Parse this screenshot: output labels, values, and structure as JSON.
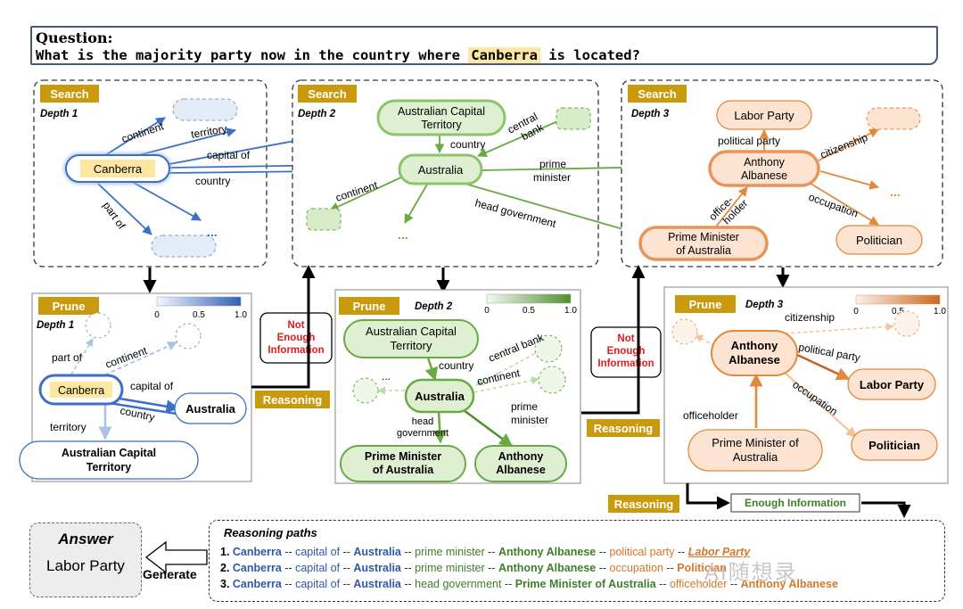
{
  "question": {
    "label": "Question:",
    "text_before": "What is the majority party now in the country where ",
    "highlight": "Canberra",
    "text_after": " is located?"
  },
  "colors": {
    "badge": "#c99a0e",
    "blue_edge": "#3d6fc4",
    "green_edge": "#6aaa44",
    "orange_edge": "#e08a3c",
    "not_enough": "#e01b1b"
  },
  "icons": {
    "down_arrow": "down-arrow-icon",
    "up_arrow": "up-arrow-icon",
    "left_arrow": "left-arrow-icon"
  },
  "panels": {
    "search_label": "Search",
    "prune_label": "Prune",
    "depth1": "Depth 1",
    "depth2": "Depth 2",
    "depth3": "Depth 3"
  },
  "search1": {
    "entity": "Canberra",
    "relations": [
      "continent",
      "territory",
      "capital of",
      "country",
      "part of"
    ],
    "ellipsis": "..."
  },
  "search2": {
    "entities": [
      "Australian Capital Territory",
      "Australia"
    ],
    "relations": [
      "country",
      "central bank",
      "prime minister",
      "continent",
      "head government"
    ],
    "ellipsis": "..."
  },
  "search3": {
    "entities": [
      "Labor Party",
      "Anthony Albanese",
      "Prime Minister of Australia",
      "Politician"
    ],
    "relations": [
      "political party",
      "citizenship",
      "occupation",
      "office-holder"
    ],
    "ellipsis": "..."
  },
  "prune1": {
    "scale": [
      "0",
      "0.5",
      "1.0"
    ],
    "entities": [
      "Canberra",
      "Australia",
      "Australian Capital Territory"
    ],
    "relations": [
      "part of",
      "continent",
      "capital of",
      "country",
      "territory"
    ]
  },
  "prune2": {
    "scale": [
      "0",
      "0.5",
      "1.0"
    ],
    "entities": [
      "Australian Capital Territory",
      "Australia",
      "Prime Minister of Australia",
      "Anthony Albanese"
    ],
    "relations": [
      "country",
      "central bank",
      "continent",
      "head government",
      "prime minister"
    ],
    "ellipsis": "..."
  },
  "prune3": {
    "scale": [
      "0",
      "0.5",
      "1.0"
    ],
    "entities": [
      "Anthony Albanese",
      "Labor Party",
      "Prime Minister of Australia",
      "Politician"
    ],
    "relations": [
      "citizenship",
      "political party",
      "occupation",
      "officeholder"
    ]
  },
  "not_enough_text": "Not Enough Information",
  "reasoning_label": "Reasoning",
  "enough_text": "Enough Information",
  "answer": {
    "title": "Answer",
    "value": "Labor Party",
    "generate": "Generate"
  },
  "reasoning_paths": {
    "title": "Reasoning paths",
    "lines": [
      [
        {
          "t": "1. ",
          "c": "num"
        },
        {
          "t": "Canberra",
          "c": "blue"
        },
        {
          "t": " -- ",
          "c": "sep"
        },
        {
          "t": "capital of",
          "c": "rel-blue"
        },
        {
          "t": " -- ",
          "c": "sep"
        },
        {
          "t": "Australia",
          "c": "blue"
        },
        {
          "t": " -- ",
          "c": "sep"
        },
        {
          "t": "prime minister",
          "c": "rel-green"
        },
        {
          "t": " -- ",
          "c": "sep"
        },
        {
          "t": "Anthony Albanese",
          "c": "green"
        },
        {
          "t": " -- ",
          "c": "sep"
        },
        {
          "t": "political party",
          "c": "rel-orange"
        },
        {
          "t": " -- ",
          "c": "sep"
        },
        {
          "t": "Labor Party",
          "c": "ans"
        }
      ],
      [
        {
          "t": "2. ",
          "c": "num"
        },
        {
          "t": "Canberra",
          "c": "blue"
        },
        {
          "t": " -- ",
          "c": "sep"
        },
        {
          "t": "capital of",
          "c": "rel-blue"
        },
        {
          "t": " -- ",
          "c": "sep"
        },
        {
          "t": "Australia",
          "c": "blue"
        },
        {
          "t": " -- ",
          "c": "sep"
        },
        {
          "t": "prime minister",
          "c": "rel-green"
        },
        {
          "t": " -- ",
          "c": "sep"
        },
        {
          "t": "Anthony Albanese",
          "c": "green"
        },
        {
          "t": " -- ",
          "c": "sep"
        },
        {
          "t": "occupation",
          "c": "rel-orange"
        },
        {
          "t": " -- ",
          "c": "sep"
        },
        {
          "t": "Politician",
          "c": "orange"
        }
      ],
      [
        {
          "t": "3. ",
          "c": "num"
        },
        {
          "t": "Canberra",
          "c": "blue"
        },
        {
          "t": " -- ",
          "c": "sep"
        },
        {
          "t": "capital of",
          "c": "rel-blue"
        },
        {
          "t": " -- ",
          "c": "sep"
        },
        {
          "t": "Australia",
          "c": "blue"
        },
        {
          "t": " -- ",
          "c": "sep"
        },
        {
          "t": "head government",
          "c": "rel-green"
        },
        {
          "t": " -- ",
          "c": "sep"
        },
        {
          "t": "Prime Minister of Australia",
          "c": "green"
        },
        {
          "t": " -- ",
          "c": "sep"
        },
        {
          "t": "officeholder",
          "c": "rel-orange"
        },
        {
          "t": " -- ",
          "c": "sep"
        },
        {
          "t": "Anthony Albanese",
          "c": "orange"
        }
      ]
    ]
  },
  "watermark": "AI随想录"
}
